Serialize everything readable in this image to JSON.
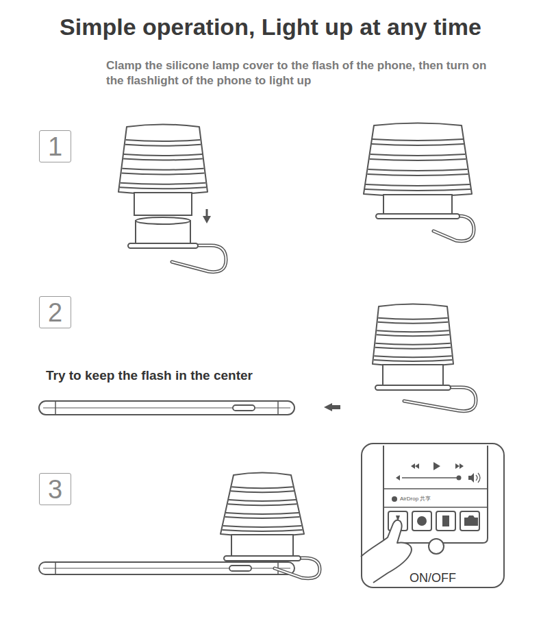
{
  "diagram": {
    "title": "Simple operation, Light up at any time",
    "nodes": [
      {
        "text": [
          "1"
        ]
      },
      {
        "text": [
          "2"
        ]
      },
      {
        "text": [
          "3"
        ]
      },
      {
        "text": [
          "ON/OFF"
        ]
      }
    ],
    "labels": [
      "Clamp the silicone lamp cover to the flash of the phone, then turn on the flashlight of the phone to light up",
      "Try to keep the flash in the center",
      "AirDrop 共享"
    ]
  }
}
